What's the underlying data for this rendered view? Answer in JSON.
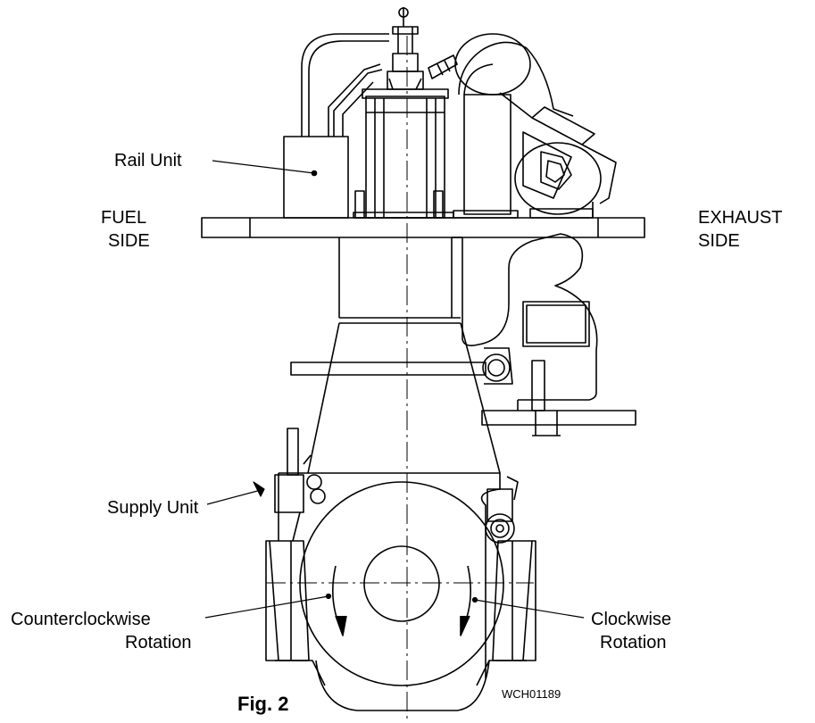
{
  "labels": {
    "rail_unit": "Rail Unit",
    "fuel_side_1": "FUEL",
    "fuel_side_2": "SIDE",
    "exhaust_side_1": "EXHAUST",
    "exhaust_side_2": "SIDE",
    "supply_unit": "Supply Unit",
    "ccw_1": "Counterclockwise",
    "ccw_2": "Rotation",
    "cw_1": "Clockwise",
    "cw_2": "Rotation"
  },
  "caption": {
    "figure": "Fig. 2",
    "code": "WCH01189"
  },
  "colors": {
    "line": "#000000",
    "background": "#ffffff"
  }
}
